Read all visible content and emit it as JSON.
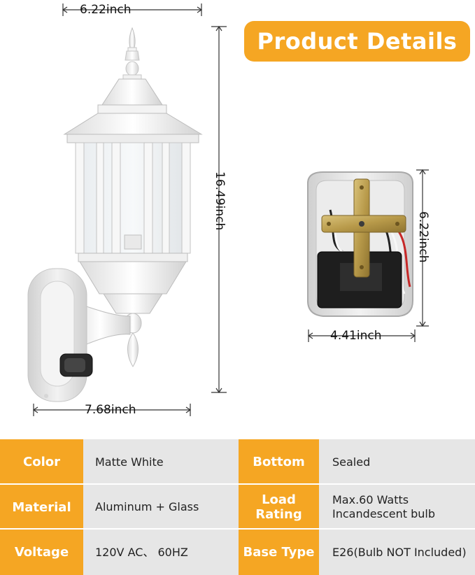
{
  "title": "Product Details",
  "dimensions": {
    "lamp_width": "6.22inch",
    "lamp_height": "16.49inch",
    "lamp_depth": "7.68inch",
    "plate_height": "6.22inch",
    "plate_width": "4.41inch"
  },
  "specs": [
    {
      "label": "Color",
      "value": [
        "Matte White"
      ],
      "label2": "Bottom",
      "value2": [
        "Sealed"
      ]
    },
    {
      "label": "Material",
      "value": [
        "Aluminum + Glass"
      ],
      "label2": "Load Rating",
      "value2": [
        "Max.60 Watts",
        "Incandescent bulb"
      ]
    },
    {
      "label": "Voltage",
      "value": [
        "120V AC、 60HZ"
      ],
      "label2": "Base Type",
      "value2": [
        "E26(Bulb NOT Included)"
      ]
    }
  ],
  "colors": {
    "accent": "#f5a623",
    "value_bg": "#e6e6e6"
  },
  "icons": [
    "wall-lantern-image",
    "mounting-plate-image"
  ]
}
